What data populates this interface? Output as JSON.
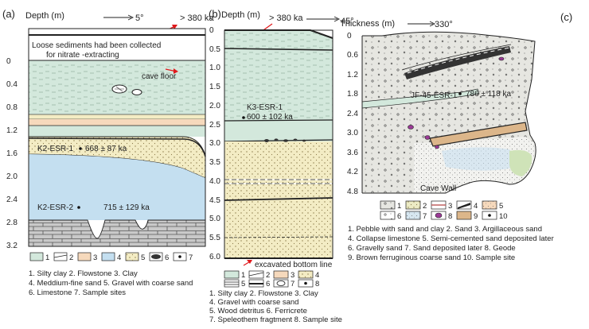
{
  "panel_a": {
    "label": "(a)",
    "depth_title": "Depth (m)",
    "orientation": "5°",
    "age_top": "> 380 ka",
    "note_line1": "Loose sediments had been collected",
    "note_line2": "for  nitrate -extracting",
    "cave_floor": "cave floor",
    "ticks": [
      "0",
      "0.4",
      "0.8",
      "1.2",
      "1.6",
      "2.0",
      "2.4",
      "2.8",
      "3.2"
    ],
    "sample1": "K2-ESR-1",
    "age1": "668 ± 87 ka",
    "sample2": "K2-ESR-2",
    "age2": "715 ± 129 ka",
    "legend_nums": [
      "1",
      "2",
      "3",
      "4",
      "5",
      "6",
      "7"
    ],
    "caption": [
      "1. Silty clay 2. Flowstone 3. Clay",
      "4. Meddium-fine sand 5. Gravel with coarse sand",
      "6. Limestone 7. Sample sites"
    ]
  },
  "panel_b": {
    "label": "(b)",
    "depth_title": "Depth (m)",
    "orientation": "45°",
    "age_top": "> 380 ka",
    "ticks": [
      "0",
      "0.5",
      "1.0",
      "1.5",
      "2.0",
      "2.5",
      "3.0",
      "3.5",
      "4.0",
      "4.5",
      "5.0",
      "5.5",
      "6.0"
    ],
    "sample": "K3-ESR-1",
    "age": "600 ± 102 ka",
    "bottom_line": "excavated bottom line",
    "legend_nums": [
      "1",
      "2",
      "3",
      "4",
      "5",
      "6",
      "7",
      "8"
    ],
    "caption": [
      "1. Silty clay 2. Flowstone 3. Clay",
      "4. Gravel with coarse sand",
      "5. Wood detritus  6. Ferricrete",
      "7. Speleothem fragtment 8. Sample site"
    ]
  },
  "panel_c": {
    "label": "(c)",
    "thickness_title": "Thickness (m)",
    "orientation": "330°",
    "ticks": [
      "0",
      "0.6",
      "1.2",
      "1.8",
      "2.4",
      "3.0",
      "3.6",
      "4.2",
      "4.8"
    ],
    "sample": "JF-45-ESR-1",
    "age": "786 ± 118 ka",
    "cave_wall": "Cave Wall",
    "legend_nums": [
      "1",
      "2",
      "3",
      "4",
      "5",
      "6",
      "7",
      "8",
      "9",
      "10"
    ],
    "caption": [
      "1. Pebble with sand and clay 2. Sand  3. Argillaceous sand",
      "4. Collapse limestone 5. Semi-cemented sand deposited later",
      "6. Gravelly sand 7. Sand deposited later 8. Geode",
      "9. Brown ferruginous coarse sand 10. Sample site"
    ]
  },
  "colors": {
    "silty_clay": "#d3e8dc",
    "flowstone": "#ffffff",
    "clay": "#f6d9bc",
    "medium_sand": "#c4dff0",
    "gravel_sand": "#f3ecc4",
    "limestone": "#c9c9c9",
    "pebble": "#e6e6e1",
    "brown_sand": "#dcb68a",
    "red": "#e0191c"
  }
}
